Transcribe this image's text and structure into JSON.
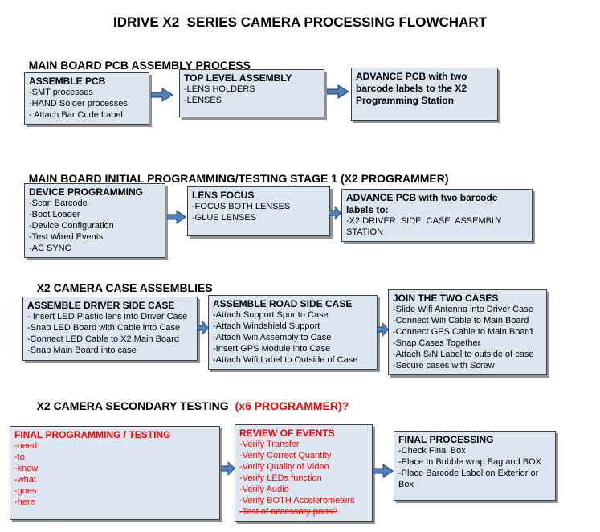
{
  "title": "IDRIVE X2  SERIES CAMERA PROCESSING FLOWCHART",
  "colors": {
    "box_fill": "#dce6f1",
    "box_border": "#404040",
    "arrow_fill": "#4f81bd",
    "red_text": "#ff0000"
  },
  "sections": [
    {
      "heading": "MAIN BOARD PCB ASSEMBLY PROCESS",
      "boxes": [
        {
          "title": "ASSEMBLE PCB",
          "items": [
            "-SMT processes",
            "-HAND Solder processes",
            "- Attach Bar Code Label"
          ]
        },
        {
          "title": "TOP LEVEL ASSEMBLY",
          "items": [
            "-LENS HOLDERS",
            "-LENSES"
          ]
        },
        {
          "title": "ADVANCE PCB with two barcode labels to the X2 Programming Station",
          "items": []
        }
      ]
    },
    {
      "heading": "MAIN BOARD INITIAL PROGRAMMING/TESTING STAGE 1 (X2 PROGRAMMER)",
      "boxes": [
        {
          "title": "DEVICE PROGRAMMING",
          "items": [
            "-Scan Barcode",
            "-Boot Loader",
            "-Device Configuration",
            "-Test Wired Events",
            "-AC SYNC"
          ]
        },
        {
          "title": "LENS FOCUS",
          "items": [
            "-FOCUS BOTH LENSES",
            "-GLUE LENSES"
          ]
        },
        {
          "title": "ADVANCE PCB with two barcode labels to:",
          "items": [
            "-X2 DRIVER  SIDE  CASE  ASSEMBLY STATION"
          ]
        }
      ]
    },
    {
      "heading": "X2 CAMERA CASE ASSEMBLIES",
      "boxes": [
        {
          "title": "ASSEMBLE DRIVER SIDE CASE",
          "items": [
            "- Insert LED Plastic lens into Driver Case",
            "-Snap LED Board with Cable into Case",
            "-Connect LED Cable to X2 Main Board",
            "-Snap Main Board into case"
          ]
        },
        {
          "title": "ASSEMBLE ROAD SIDE CASE",
          "items": [
            "-Attach Support Spur to Case",
            "-Attach Windshield Support",
            "-Attach Wifi Assembly to Case",
            "-Insert GPS Module into Case",
            "-Attach Wifi Label to Outside of Case"
          ]
        },
        {
          "title": "JOIN THE TWO CASES",
          "items": [
            "-Slide Wifi Antenna into Driver Case",
            "-Connect Wifi Cable to Main Board",
            "-Connect GPS Cable to Main Board",
            "-Snap Cases Together",
            "-Attach S/N Label to outside of case",
            "-Secure cases with Screw"
          ]
        }
      ]
    },
    {
      "heading": "X2 CAMERA SECONDARY TESTING",
      "heading_red": "(x6 PROGRAMMER)?",
      "boxes": [
        {
          "title": "FINAL PROGRAMMING / TESTING",
          "red": true,
          "items": [
            "-need",
            "-to",
            "-know",
            "-what",
            "-goes",
            "-here"
          ]
        },
        {
          "title": "REVIEW OF EVENTS",
          "red": true,
          "items": [
            "-Verify Transfer",
            "-Verify Correct Quantity",
            "-Verify Quality of Video",
            "-Verify LEDs function",
            "-Verify Audio",
            "-Verify BOTH Accelerometers",
            {
              "text": "-Test of accessory ports?",
              "strike": true
            }
          ]
        },
        {
          "title": "FINAL PROCESSING",
          "items": [
            "-Check Final Box",
            "-Place In Bubble wrap Bag and BOX",
            "-Place Barcode Label on Exterior or Box"
          ]
        }
      ]
    }
  ]
}
